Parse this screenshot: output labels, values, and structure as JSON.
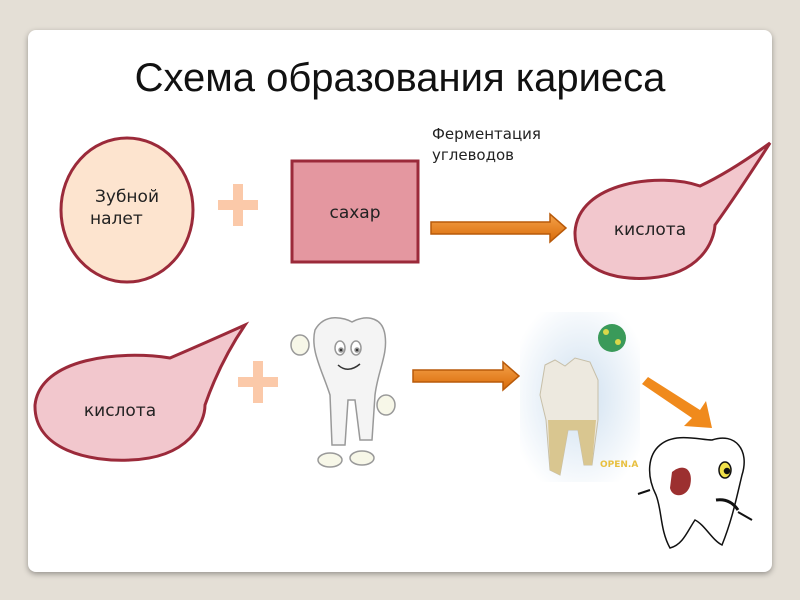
{
  "title": "Схема образования кариеса",
  "row1": {
    "plaque_label_line1": "Зубной",
    "plaque_label_line2": "налет",
    "sugar_label": "сахар",
    "fermentation_line1": "Ферментация",
    "fermentation_line2": "углеводов",
    "acid_label": "кислота"
  },
  "row2": {
    "acid_label": "кислота",
    "watermark": "OPEN.A"
  },
  "colors": {
    "outline": "#9b2a3a",
    "plaque_fill": "#fde4cf",
    "sugar_fill": "#e497a0",
    "acid_fill": "#f2c7cd",
    "plus": "#fbc9a9",
    "arrow": "#e87a10"
  }
}
